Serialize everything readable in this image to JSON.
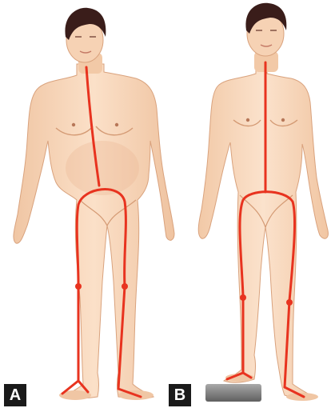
{
  "panels": [
    {
      "id": "A",
      "label": "A"
    },
    {
      "id": "B",
      "label": "B"
    }
  ],
  "colors": {
    "skin": "#f7d5b8",
    "skin_shadow": "#e9b896",
    "skin_outline": "#d9a27d",
    "hair": "#3a1d1a",
    "axis_line": "#e8331f",
    "label_bg": "#1a1a1a",
    "label_text": "#ffffff",
    "shoe_lift": "#808080"
  },
  "icons": {
    "lift_block": "gray-lift-block"
  }
}
